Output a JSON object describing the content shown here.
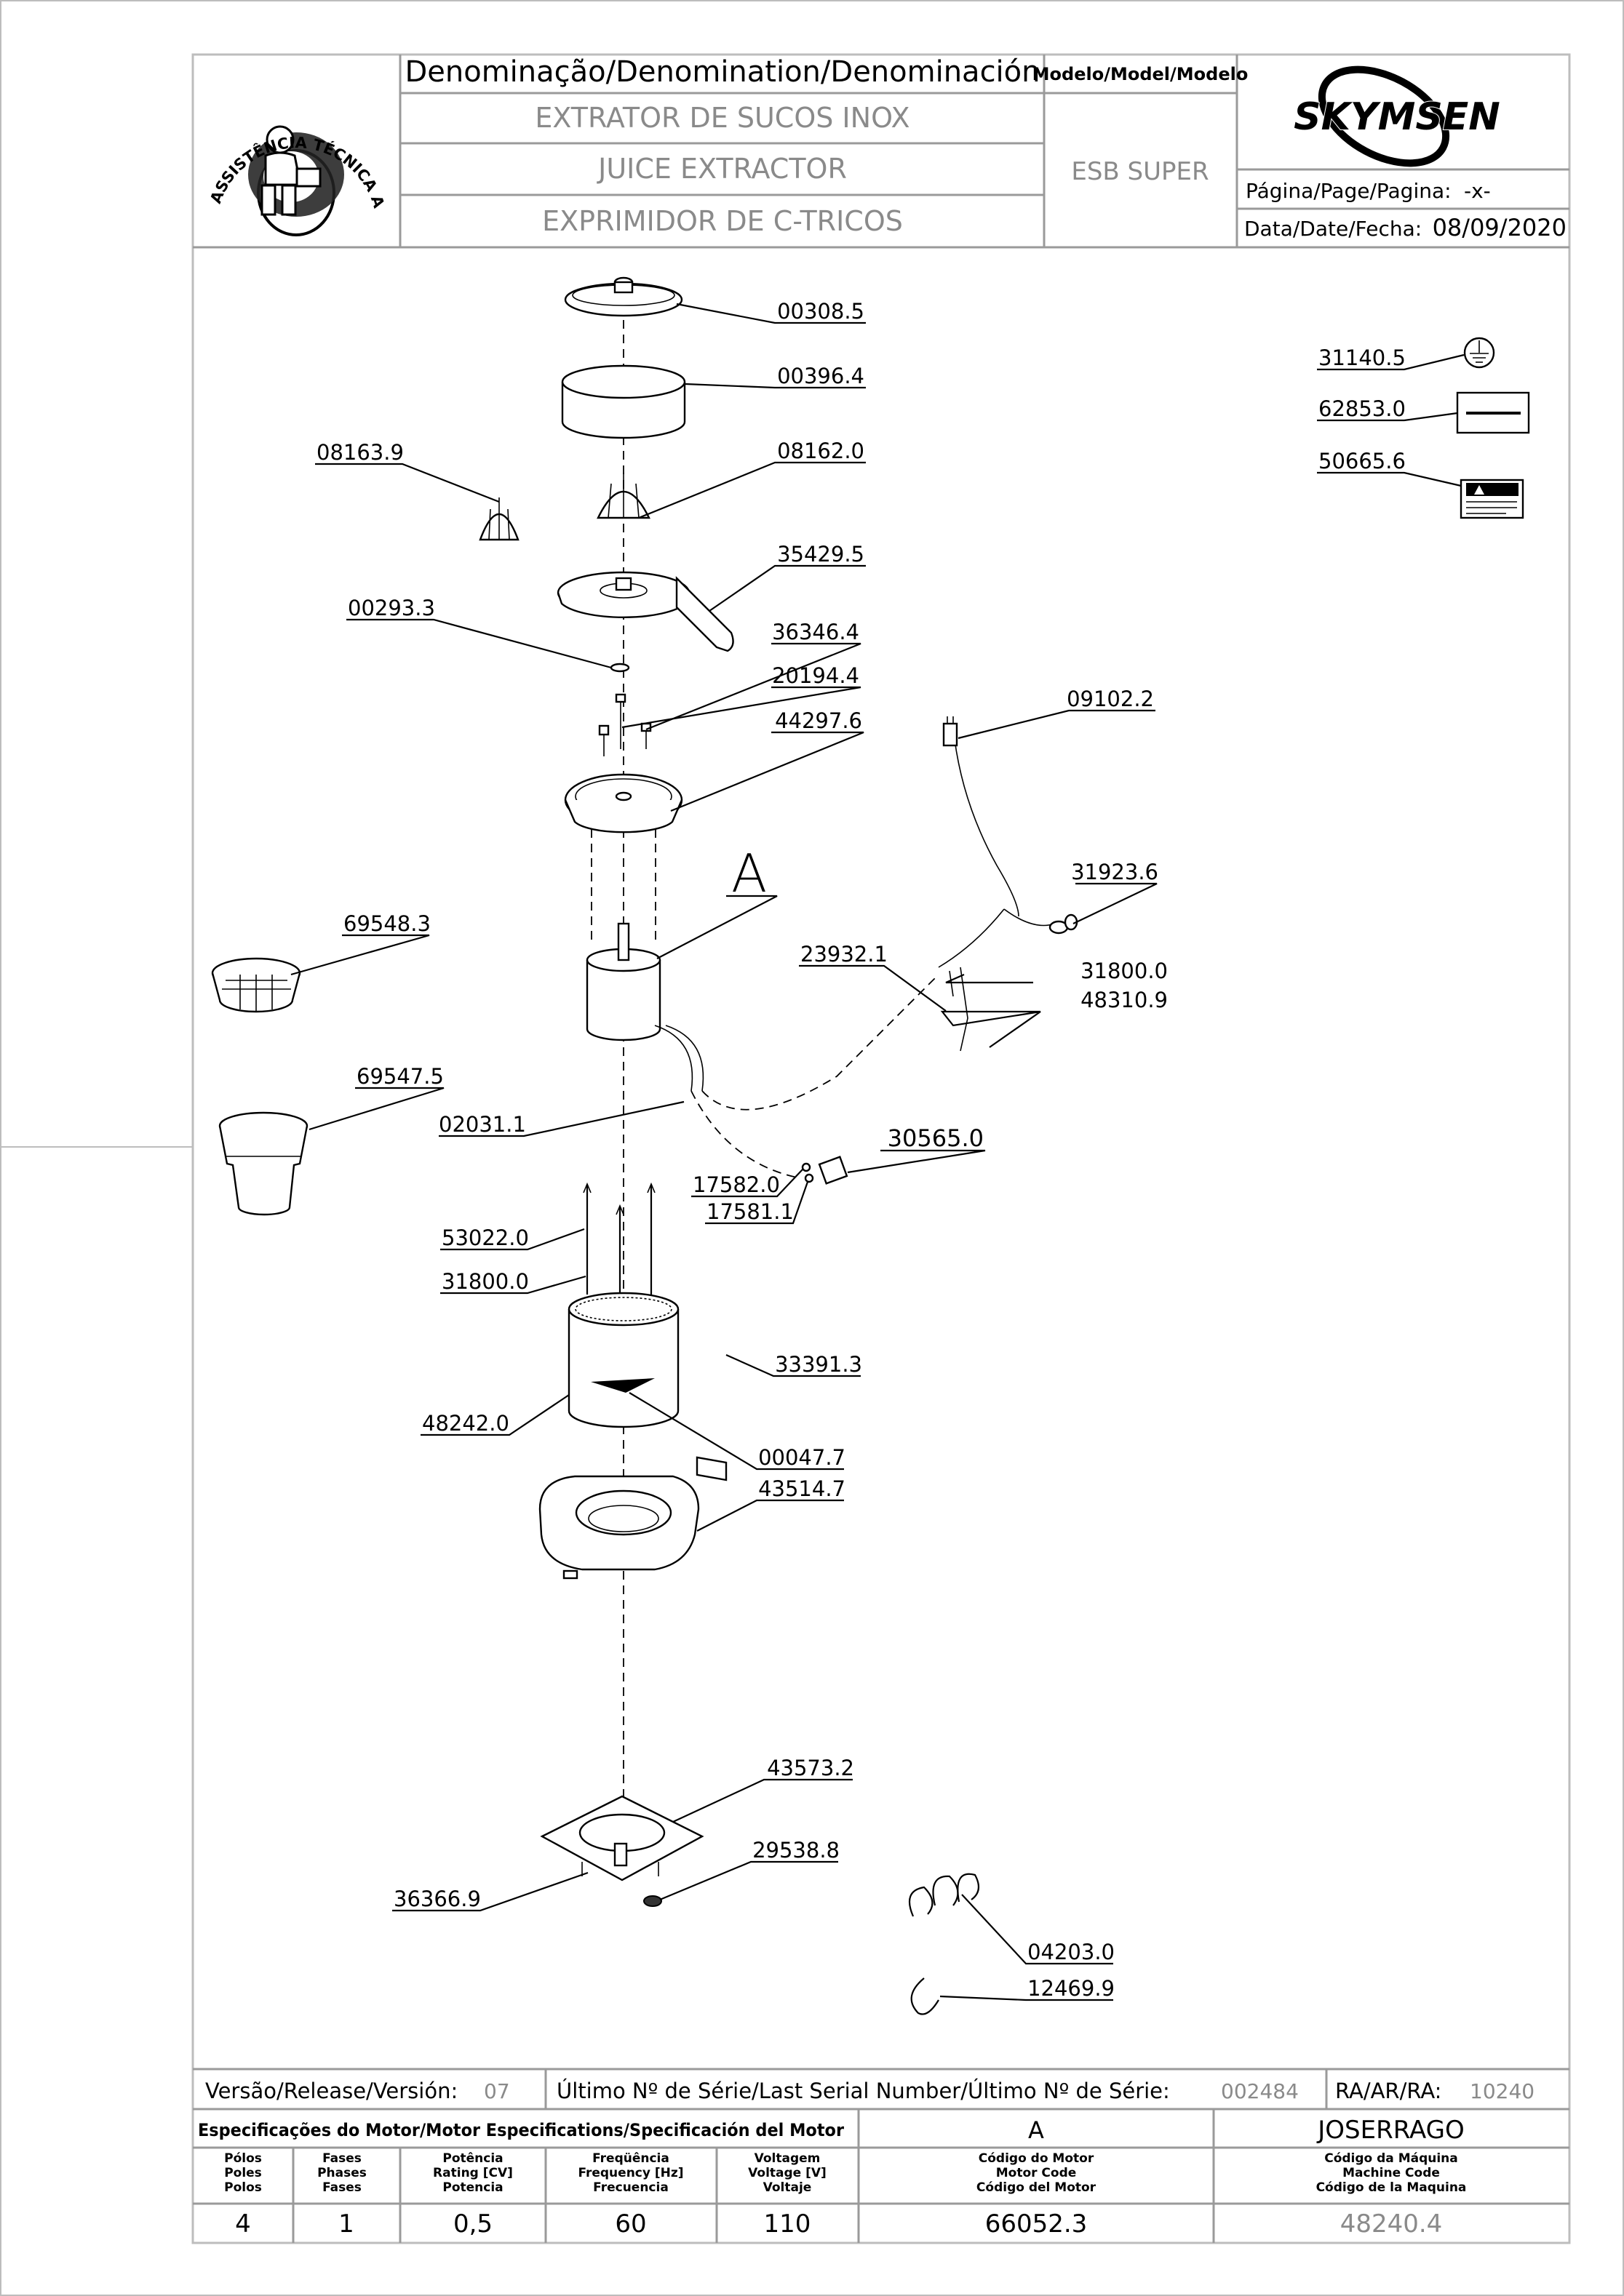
{
  "header": {
    "denomination_label": "Denominação/Denomination/Denominación",
    "name_pt": "EXTRATOR DE SUCOS INOX",
    "name_en": "JUICE EXTRACTOR",
    "name_es": "EXPRIMIDOR DE C-TRICOS",
    "model_label": "Modelo/Model/Modelo",
    "model_value": "ESB SUPER",
    "brand": "SKYMSEN",
    "page_label": "Página/Page/Pagina:",
    "page_value": "-x-",
    "date_label": "Data/Date/Fecha:",
    "date_value": "08/09/2020",
    "seal_text": "ASSISTÊNCIA TÉCNICA AUTORIZADA"
  },
  "parts": [
    {
      "code": "00308.5"
    },
    {
      "code": "00396.4"
    },
    {
      "code": "08162.0"
    },
    {
      "code": "08163.9"
    },
    {
      "code": "35429.5"
    },
    {
      "code": "00293.3"
    },
    {
      "code": "36346.4"
    },
    {
      "code": "20194.4"
    },
    {
      "code": "44297.6"
    },
    {
      "code": "09102.2"
    },
    {
      "code": "31923.6"
    },
    {
      "code": "A"
    },
    {
      "code": "69548.3"
    },
    {
      "code": "23932.1"
    },
    {
      "code": "31800.0"
    },
    {
      "code": "48310.9"
    },
    {
      "code": "69547.5"
    },
    {
      "code": "02031.1"
    },
    {
      "code": "30565.0"
    },
    {
      "code": "17582.0"
    },
    {
      "code": "17581.1"
    },
    {
      "code": "53022.0"
    },
    {
      "code": "31800.0"
    },
    {
      "code": "33391.3"
    },
    {
      "code": "48242.0"
    },
    {
      "code": "00047.7"
    },
    {
      "code": "43514.7"
    },
    {
      "code": "43573.2"
    },
    {
      "code": "29538.8"
    },
    {
      "code": "36366.9"
    },
    {
      "code": "04203.0"
    },
    {
      "code": "12469.9"
    },
    {
      "code": "31140.5"
    },
    {
      "code": "62853.0"
    },
    {
      "code": "50665.6"
    }
  ],
  "footer": {
    "release_label": "Versão/Release/Versión:",
    "release_value": "07",
    "serial_label": "Último Nº de Série/Last Serial Number/Último Nº de Série:",
    "serial_value": "002484",
    "ra_label": "RA/AR/RA:",
    "ra_value": "10240",
    "motor_spec_label": "Especificações do Motor/Motor Especifications/Specificación del Motor",
    "motor_variant": "A",
    "author": "JOSERRAGO",
    "spec_headers": [
      {
        "l1": "Pólos",
        "l2": "Poles",
        "l3": "Polos"
      },
      {
        "l1": "Fases",
        "l2": "Phases",
        "l3": "Fases"
      },
      {
        "l1": "Potência",
        "l2": "Rating [CV]",
        "l3": "Potencia"
      },
      {
        "l1": "Freqüência",
        "l2": "Frequency [Hz]",
        "l3": "Frecuencia"
      },
      {
        "l1": "Voltagem",
        "l2": "Voltage [V]",
        "l3": "Voltaje"
      },
      {
        "l1": "Código do Motor",
        "l2": "Motor Code",
        "l3": "Código del Motor"
      },
      {
        "l1": "Código da Máquina",
        "l2": "Machine Code",
        "l3": "Código de la Maquina"
      }
    ],
    "spec_values": [
      "4",
      "1",
      "0,5",
      "60",
      "110",
      "66052.3",
      "48240.4"
    ]
  }
}
